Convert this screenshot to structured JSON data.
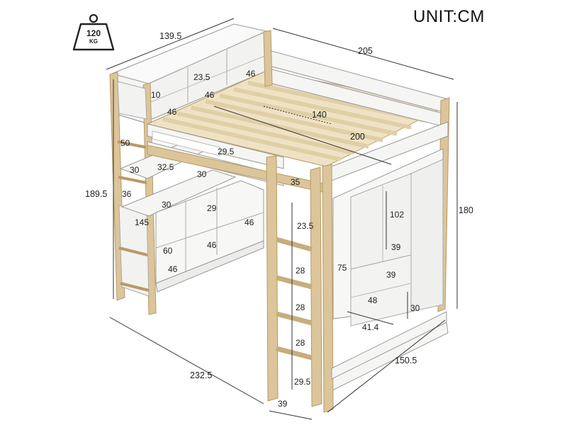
{
  "unit_label": "UNIT:CM",
  "weight_badge": {
    "value": "120",
    "unit": "KG",
    "icon": "weight-icon"
  },
  "dimensions": {
    "top_depth": "139.5",
    "top_length": "205",
    "shelf_width_top": "23.5",
    "shelf_top_46a": "46",
    "shelf_top_46b": "46",
    "shelf_top_46c": "46",
    "shelf_small_height": "10",
    "mattress_width": "140",
    "mattress_length": "200",
    "shelf_height_50": "50",
    "shelf_30a": "30",
    "shelf_32_5": "32.5",
    "shelf_30b": "30",
    "rail_gap": "29.5",
    "rail_35": "35",
    "total_height": "189.5",
    "shelf_36": "36",
    "shelf_30c": "30",
    "cube_29": "29",
    "desk_height": "145",
    "cube_46a": "46",
    "cube_60": "60",
    "cube_46b": "46",
    "cube_46c": "46",
    "ladder_top": "23.5",
    "ladder_28a": "28",
    "ladder_28b": "28",
    "ladder_28c": "28",
    "ladder_bottom": "29.5",
    "ladder_width": "39",
    "total_length": "232.5",
    "total_depth": "150.5",
    "wardrobe_102": "102",
    "wardrobe_39a": "39",
    "wardrobe_75": "75",
    "wardrobe_39b": "39",
    "wardrobe_48": "48",
    "wardrobe_30": "30",
    "wardrobe_41_4": "41.4",
    "right_height": "180"
  },
  "colors": {
    "wood": "#dcc59a",
    "wood_dark": "#b89a66",
    "white_panel": "#f5f5f3",
    "line": "#333333"
  }
}
